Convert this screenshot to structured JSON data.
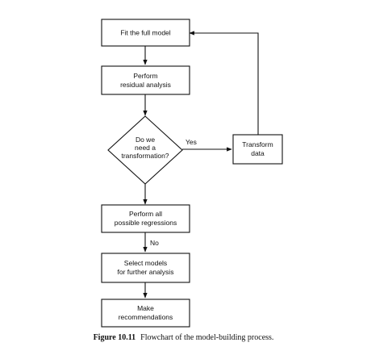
{
  "nodes": {
    "fit": [
      "Fit the full model"
    ],
    "residual": [
      "Perform",
      "residual analysis"
    ],
    "decision": [
      "Do we",
      "need a",
      "transformation?"
    ],
    "transform": [
      "Transform",
      "data"
    ],
    "regressions": [
      "Perform all",
      "possible regressions"
    ],
    "select": [
      "Select models",
      "for further analysis"
    ],
    "recommend": [
      "Make",
      "recommendations"
    ]
  },
  "edge_labels": {
    "yes": "Yes",
    "no": "No"
  },
  "caption": {
    "number": "Figure 10.11",
    "text": "Flowchart of the model-building process."
  }
}
